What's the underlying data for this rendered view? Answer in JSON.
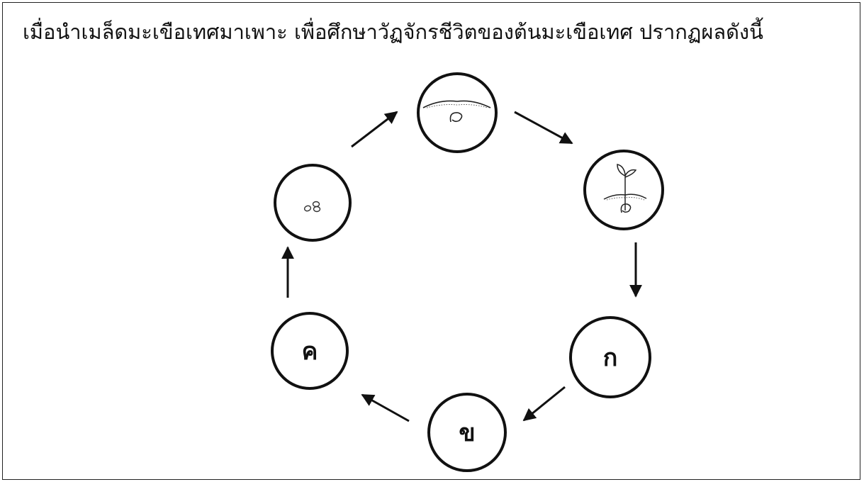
{
  "question": {
    "text": "เมื่อนำเมล็ดมะเขือเทศมาเพาะ เพื่อศึกษาวัฏจักรชีวิตของต้นมะเขือเทศ ปรากฏผลดังนี้"
  },
  "diagram": {
    "stages": [
      {
        "id": "seeds",
        "icon": "seeds-icon",
        "label": ""
      },
      {
        "id": "germinating-seed",
        "icon": "seed-in-soil-icon",
        "label": ""
      },
      {
        "id": "seedling",
        "icon": "seedling-icon",
        "label": ""
      },
      {
        "id": "stage-a",
        "icon": "",
        "label": "ก"
      },
      {
        "id": "stage-b",
        "icon": "",
        "label": "ข"
      },
      {
        "id": "stage-c",
        "icon": "",
        "label": "ค"
      }
    ],
    "cycle_order": [
      "seeds",
      "germinating-seed",
      "seedling",
      "stage-a",
      "stage-b",
      "stage-c",
      "seeds"
    ],
    "colors": {
      "stroke": "#111111",
      "background": "#ffffff"
    }
  }
}
